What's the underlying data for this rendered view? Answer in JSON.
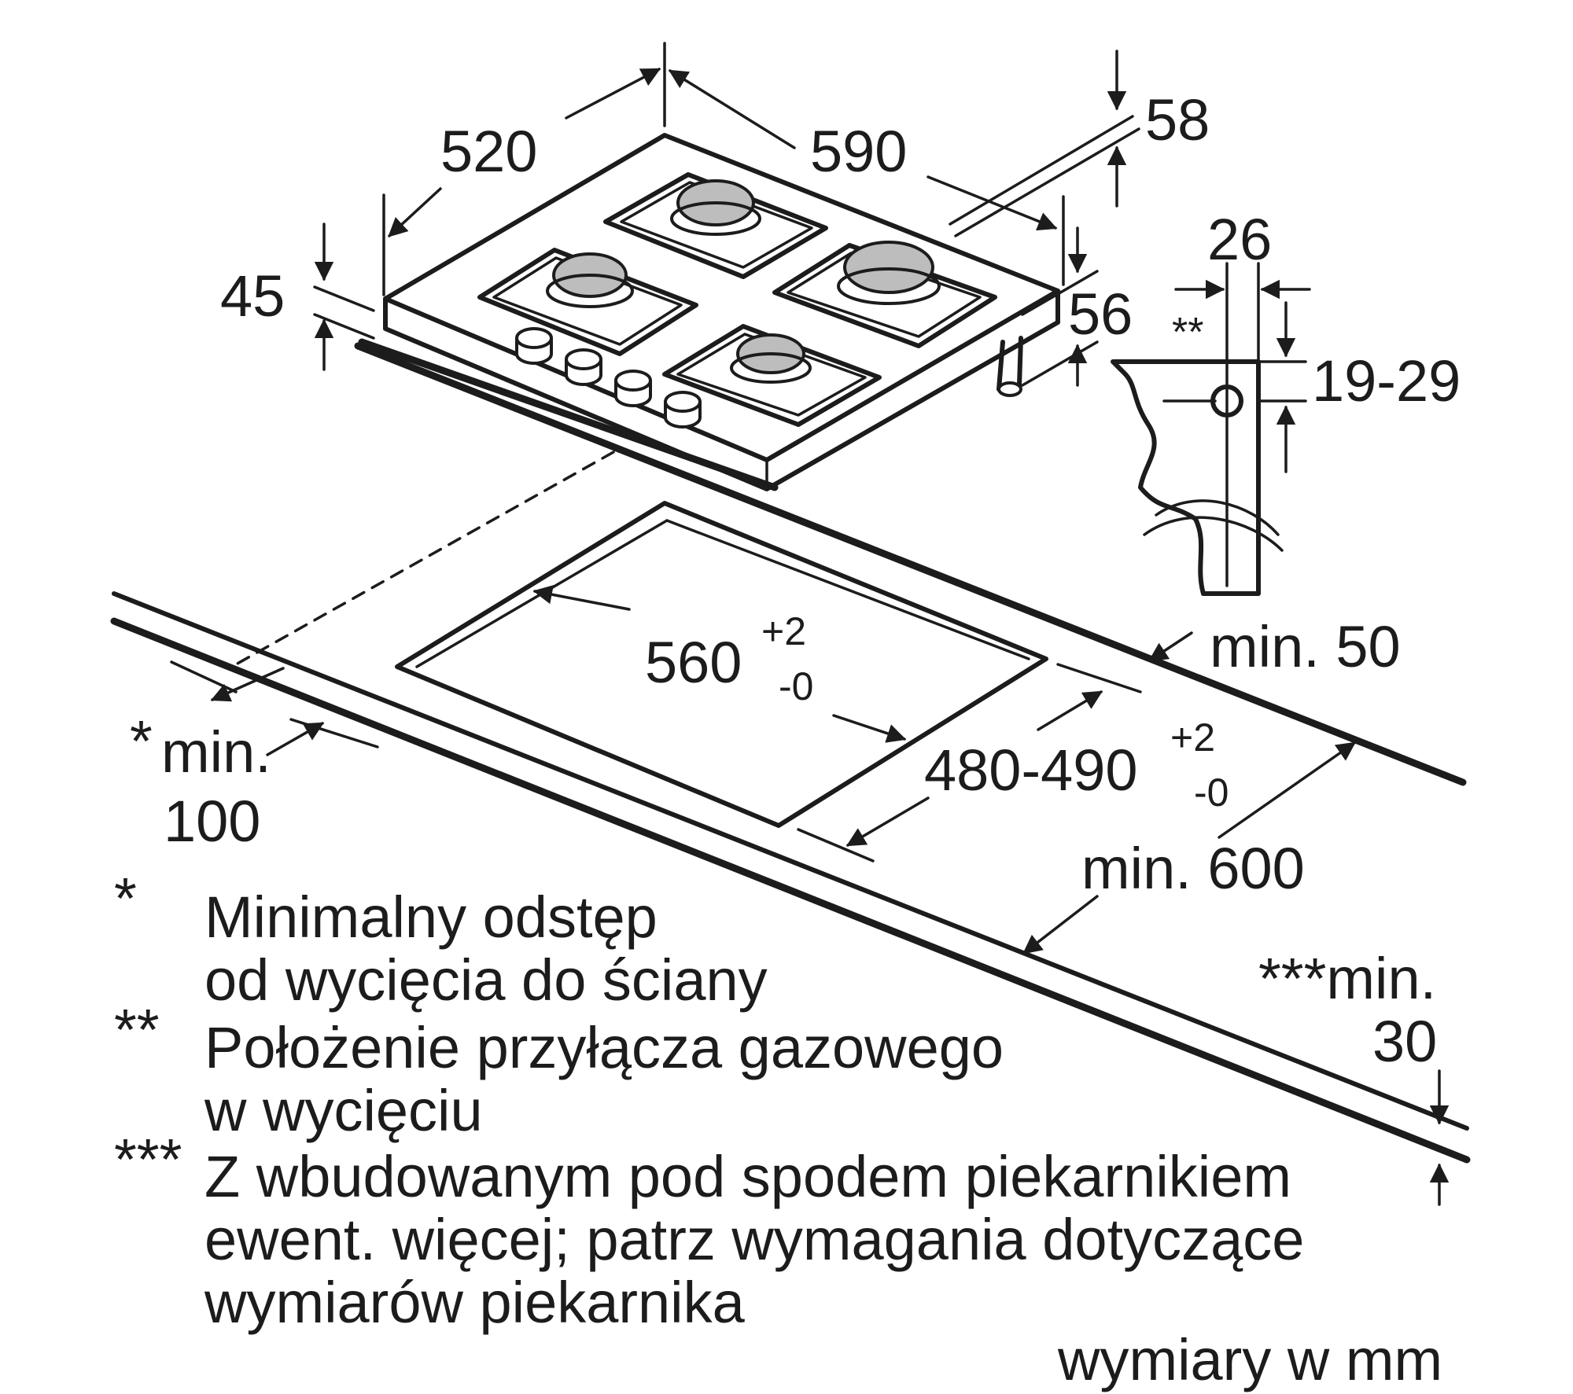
{
  "dimensions": {
    "depth": "520",
    "width": "590",
    "top_height": "58",
    "height_left": "45",
    "height_right": "56",
    "gas_offset": "26",
    "gas_marker": "**",
    "gas_height": "19-29",
    "cutout_width": "560",
    "cutout_width_tol_plus": "+2",
    "cutout_width_tol_minus": "-0",
    "cutout_depth": "480-490",
    "cutout_depth_tol_plus": "+2",
    "cutout_depth_tol_minus": "-0",
    "min_rear": "min. 50",
    "min_side_star": "*",
    "min_side_label": "min.",
    "min_side_value": "100",
    "min_front": "min. 600",
    "min_under_label": "***min.",
    "min_under_value": "30"
  },
  "notes": [
    {
      "marker": "*",
      "lines": [
        "Minimalny odstęp",
        "od wycięcia do ściany"
      ]
    },
    {
      "marker": "**",
      "lines": [
        "Położenie przyłącza gazowego",
        "w wycięciu"
      ]
    },
    {
      "marker": "***",
      "lines": [
        "Z wbudowanym pod spodem piekarnikiem",
        "ewent. więcej; patrz wymagania dotyczące",
        "wymiarów piekarnika"
      ]
    }
  ],
  "units_label": "wymiary w mm"
}
